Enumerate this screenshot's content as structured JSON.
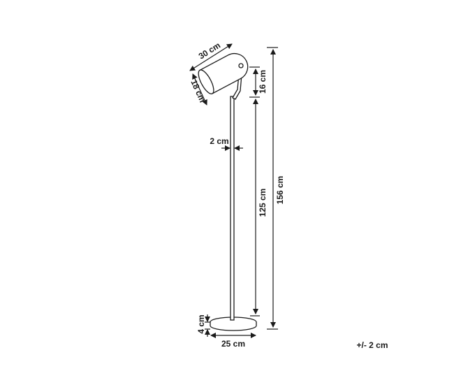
{
  "dimensions": {
    "shade_length": "30 cm",
    "shade_diameter": "18 cm",
    "shade_height": "16 cm",
    "pole_width": "2 cm",
    "pole_height": "125 cm",
    "total_height": "156 cm",
    "base_height": "4 cm",
    "base_diameter": "25 cm"
  },
  "tolerance_note": "+/- 2 cm"
}
